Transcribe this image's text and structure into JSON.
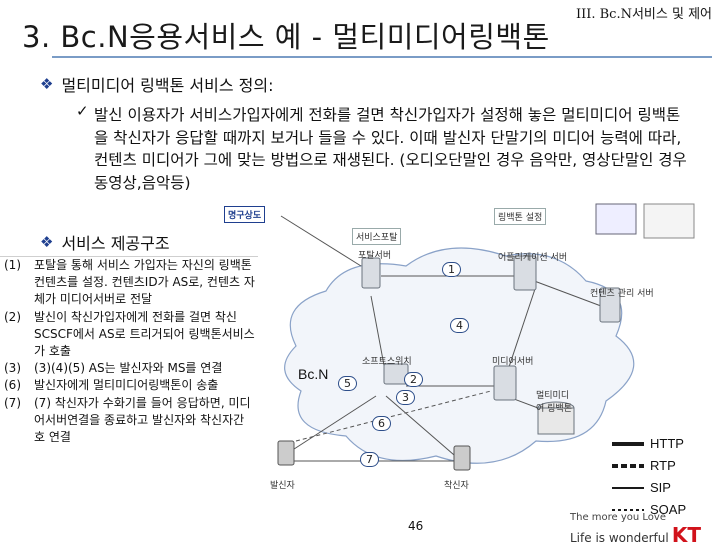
{
  "header": {
    "section": "III. Bc.N서비스 및 제어",
    "title": "3. Bc.N응용서비스 예 - 멀티미디어링백톤"
  },
  "definition": {
    "heading": "멀티미디어 링백톤 서비스 정의:",
    "text": "발신 이용자가 서비스가입자에게 전화를 걸면 착신가입자가 설정해 놓은 멀티미디어 링백톤을 착신자가 응답할 때까지 보거나 들을 수 있다. 이때 발신자 단말기의 미디어 능력에 따라, 컨텐츠 미디어가 그에 맞는 방법으로 재생된다. (오디오단말인 경우 음악만, 영상단말인 경우 동영상,음악등)"
  },
  "structure": {
    "heading": "서비스 제공구조"
  },
  "steps": [
    {
      "no": "(1)",
      "text": "포탈을 통해 서비스 가입자는 자신의 링백톤 컨텐츠를 설정. 컨텐츠ID가 AS로, 컨텐츠 자체가 미디어서버로 전달"
    },
    {
      "no": "(2)",
      "text": "발신이 착신가입자에게 전화를 걸면 착신 SCSCF에서 AS로 트리거되어 링백톤서비스가 호출"
    },
    {
      "no": "(3)",
      "text": "(3)(4)(5) AS는 발신자와 MS를 연결"
    },
    {
      "no": "(6)",
      "text": "발신자에게 멀티미디어링백톤이 송출"
    },
    {
      "no": "(7)",
      "text": "(7) 착신자가 수화기를 들어 응답하면, 미디어서버연결을 종료하고 발신자와 착신자간 호 연결"
    }
  ],
  "diagram": {
    "yeongu": "명구상도",
    "ringback_setting": "링백톤 설정",
    "service_portal": "서비스포탈",
    "portal_server": "포탈서버",
    "app_server": "어플리케이션 서버",
    "content_mgmt": "컨텐츠 관리 서버",
    "softswitch": "소프트스위치",
    "media_server": "미디어서버",
    "ringback_db": "멀티미디어 링백톤",
    "bcn": "Bc.N",
    "caller": "발신자",
    "callee": "착신자",
    "step_numbers": [
      "1",
      "2",
      "3",
      "4",
      "5",
      "6",
      "7"
    ]
  },
  "legend": [
    {
      "label": "HTTP",
      "color": "#1a1a1a"
    },
    {
      "label": "RTP",
      "color": "#1a1a1a"
    },
    {
      "label": "SIP",
      "color": "#1a1a1a"
    },
    {
      "label": "SOAP",
      "color": "#1a1a1a"
    }
  ],
  "footer": {
    "page": "46",
    "slogan": "The more you Love",
    "wonderful": "Life is wonderful",
    "brand": "KT"
  },
  "colors": {
    "accent": "#1f3f8f",
    "rule": "#7a9cc6",
    "brand": "#d1121b"
  }
}
